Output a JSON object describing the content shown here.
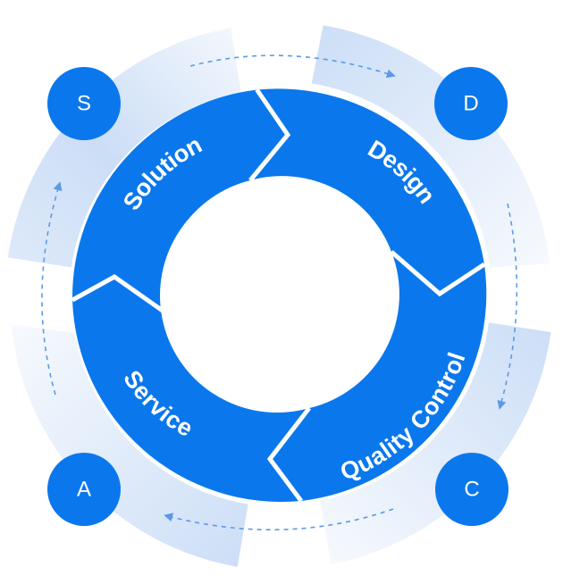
{
  "colors": {
    "primary": "#0a78ec",
    "halo": "#dbe9fb",
    "arrow": "#5a9ae8",
    "text": "#ffffff"
  },
  "segments": [
    {
      "label": "Solution"
    },
    {
      "label": "Design"
    },
    {
      "label": "Quality Control"
    },
    {
      "label": "Service"
    }
  ],
  "nodes": [
    {
      "letter": "S"
    },
    {
      "letter": "D"
    },
    {
      "letter": "C"
    },
    {
      "letter": "A"
    }
  ]
}
